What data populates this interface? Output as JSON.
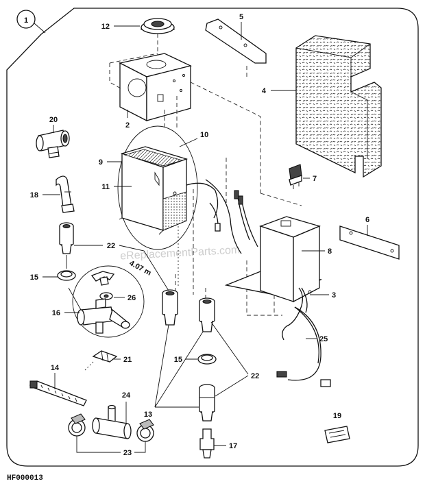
{
  "diagram": {
    "callout": "1",
    "code": "HF000013",
    "watermark": "eReplacementParts.com",
    "dimension": "4.07 m",
    "labels": {
      "p2": "2",
      "p3": "3",
      "p4": "4",
      "p5": "5",
      "p6": "6",
      "p7": "7",
      "p8": "8",
      "p9": "9",
      "p10": "10",
      "p11": "11",
      "p12": "12",
      "p13": "13",
      "p14": "14",
      "p15a": "15",
      "p15b": "15",
      "p16": "16",
      "p17": "17",
      "p18": "18",
      "p19": "19",
      "p20": "20",
      "p21": "21",
      "p22a": "22",
      "p22b": "22",
      "p23": "23",
      "p24": "24",
      "p25": "25",
      "p26": "26"
    }
  }
}
